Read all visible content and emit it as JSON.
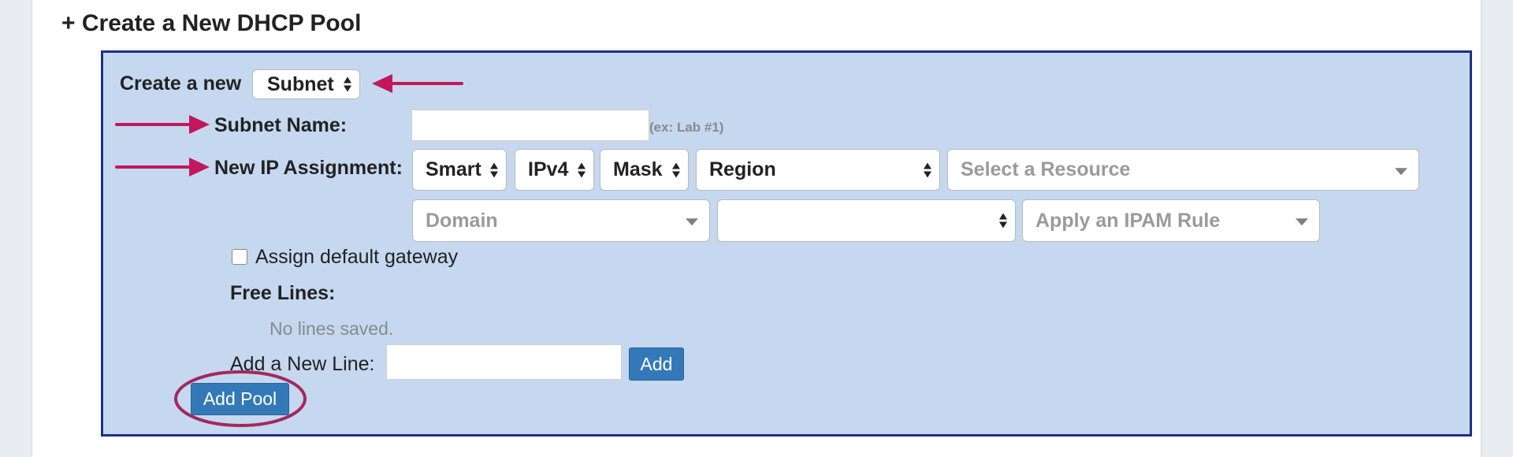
{
  "section": {
    "heading": "+ Create a New DHCP Pool"
  },
  "create_row": {
    "label": "Create a new",
    "type_select_value": "Subnet"
  },
  "subnet_name": {
    "label": "Subnet Name:",
    "value": "",
    "hint": "(ex: Lab #1)"
  },
  "ip_assignment": {
    "label": "New IP Assignment:",
    "mode_value": "Smart",
    "version_value": "IPv4",
    "mask_value": "Mask",
    "region_value": "Region",
    "resource_placeholder": "Select a Resource",
    "domain_placeholder": "Domain",
    "blank_select_value": "",
    "ipam_rule_placeholder": "Apply an IPAM Rule"
  },
  "gateway": {
    "label": "Assign default gateway",
    "checked": false
  },
  "free_lines": {
    "heading": "Free Lines:",
    "empty_text": "No lines saved.",
    "add_label": "Add a New Line:",
    "add_value": "",
    "add_button": "Add"
  },
  "actions": {
    "add_pool_button": "Add Pool"
  },
  "annotations": {
    "arrow_color": "#c2185b",
    "circle_color": "#a3285e"
  },
  "colors": {
    "form_background": "#c5d8ef",
    "form_border": "#1f2f86",
    "button_blue": "#3479b7"
  }
}
